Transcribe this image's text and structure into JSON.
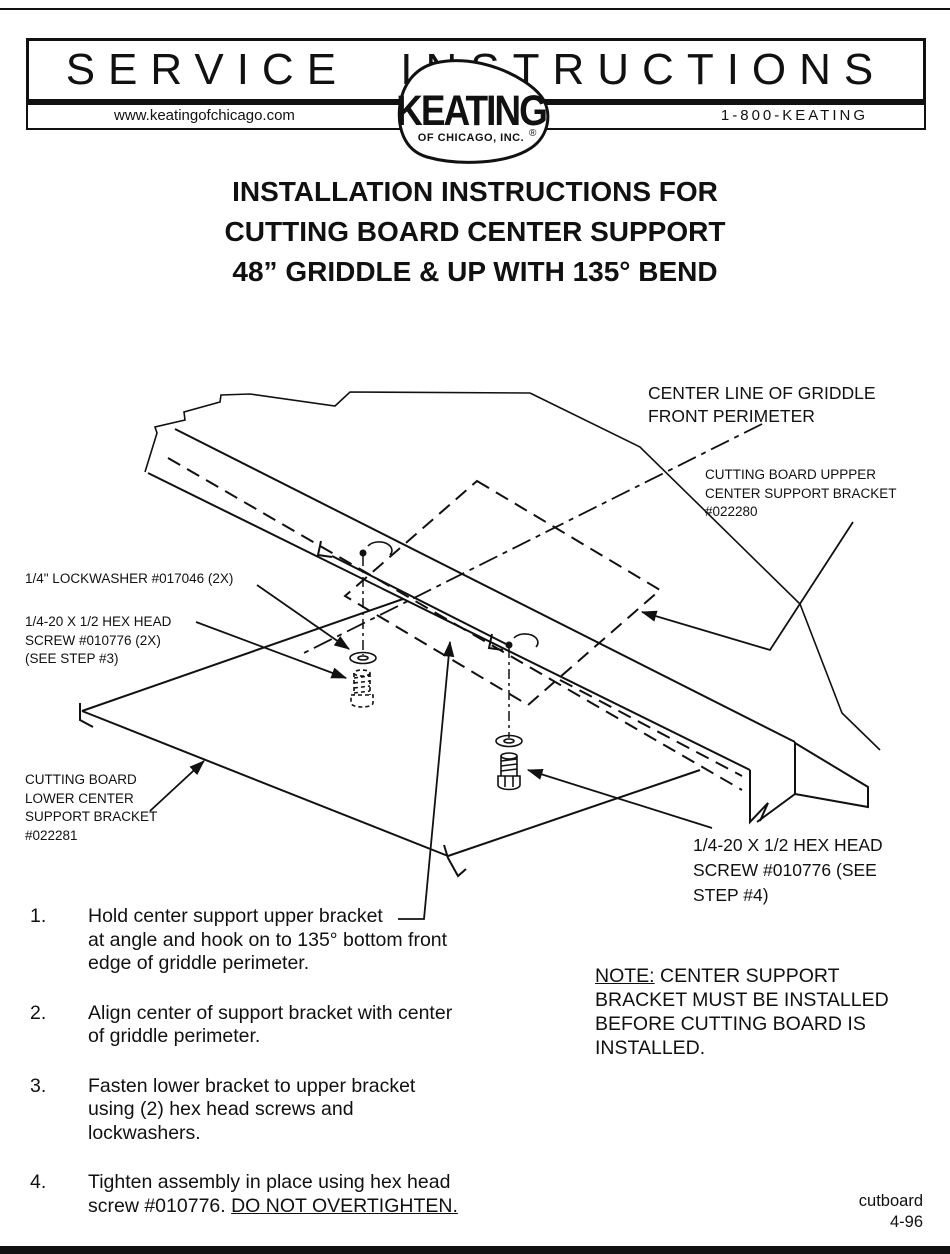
{
  "header": {
    "service_title": "SERVICE INSTRUCTIONS",
    "website": "www.keatingofchicago.com",
    "phone": "1-800-KEATING",
    "logo": {
      "brand": "KEATING",
      "sub": "OF CHICAGO, INC.",
      "registered_mark": "®"
    }
  },
  "doc_title": "INSTALLATION INSTRUCTIONS FOR\nCUTTING BOARD CENTER SUPPORT\n48” GRIDDLE & UP WITH 135° BEND",
  "diagram": {
    "labels": {
      "center_line": "CENTER LINE OF GRIDDLE\nFRONT PERIMETER",
      "upper_bracket": "CUTTING BOARD UPPPER\nCENTER SUPPORT BRACKET\n#022280",
      "lockwasher": "1/4\" LOCKWASHER #017046 (2X)",
      "hex_screw_2x": "1/4-20 X 1/2 HEX HEAD\nSCREW #010776 (2X)\n(SEE STEP #3)",
      "lower_bracket": "CUTTING BOARD\nLOWER CENTER\nSUPPORT BRACKET\n#022281",
      "hex_screw_step4": "1/4-20 X 1/2 HEX HEAD\nSCREW #010776 (SEE\nSTEP #4)"
    }
  },
  "instructions": {
    "items": [
      {
        "num": "1.",
        "text": "Hold center support upper bracket\nat angle and hook on to 135° bottom front\nedge of griddle perimeter."
      },
      {
        "num": "2.",
        "text": "Align center of support bracket with center\nof griddle perimeter."
      },
      {
        "num": "3.",
        "text": "Fasten lower bracket to upper bracket\nusing (2) hex head screws and\nlockwashers."
      },
      {
        "num": "4.",
        "text": "Tighten assembly in place using hex head\nscrew #010776. ",
        "text_underlined": "DO NOT OVERTIGHTEN."
      }
    ]
  },
  "note": {
    "label": "NOTE:",
    "text": " CENTER SUPPORT BRACKET MUST BE INSTALLED BEFORE CUTTING BOARD IS INSTALLED."
  },
  "footer": {
    "line1": "cutboard",
    "line2": "4-96"
  },
  "colors": {
    "ink": "#111111",
    "paper": "#ffffff"
  }
}
